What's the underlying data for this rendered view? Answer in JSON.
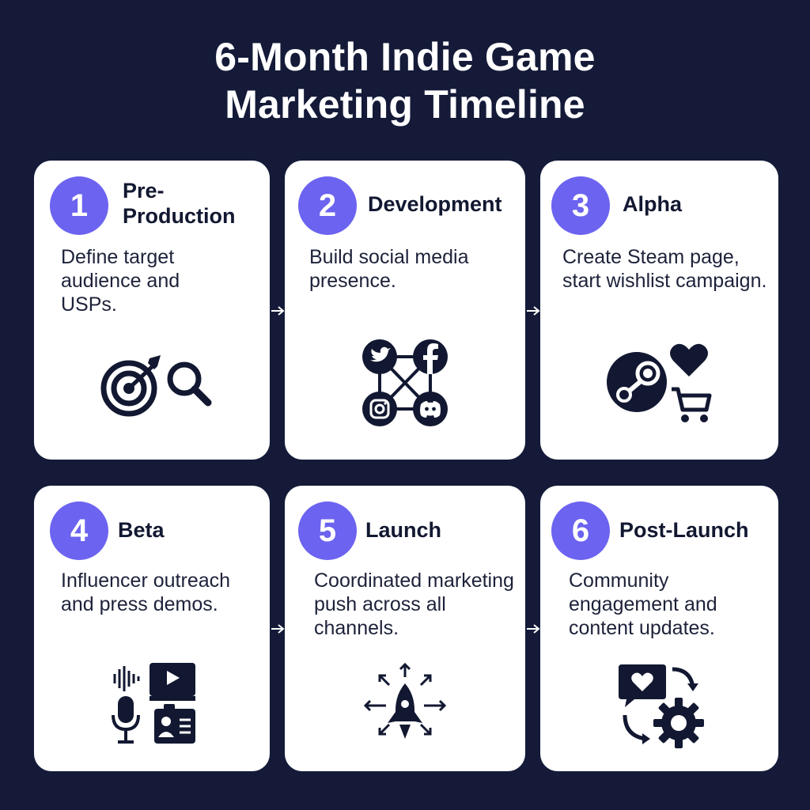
{
  "title": {
    "line1": "6-Month Indie Game",
    "line2": "Marketing Timeline"
  },
  "colors": {
    "background": "#141a38",
    "card": "#ffffff",
    "accent": "#6c63f0",
    "icon": "#121831"
  },
  "steps": [
    {
      "number": "1",
      "phase": "Pre-Production",
      "description": "Define target audience and USPs.",
      "icons": [
        "target-icon",
        "magnifier-icon"
      ]
    },
    {
      "number": "2",
      "phase": "Development",
      "description": "Build social media presence.",
      "icons": [
        "twitter-icon",
        "facebook-icon",
        "instagram-icon",
        "discord-icon"
      ]
    },
    {
      "number": "3",
      "phase": "Alpha",
      "description": "Create Steam page, start wishlist campaign.",
      "icons": [
        "steam-icon",
        "heart-icon",
        "cart-icon"
      ]
    },
    {
      "number": "4",
      "phase": "Beta",
      "description": "Influencer outreach and press demos.",
      "icons": [
        "microphone-icon",
        "video-icon",
        "press-badge-icon"
      ]
    },
    {
      "number": "5",
      "phase": "Launch",
      "description": "Coordinated marketing push across all channels.",
      "icons": [
        "rocket-icon"
      ]
    },
    {
      "number": "6",
      "phase": "Post-Launch",
      "description": "Community engagement and content updates.",
      "icons": [
        "chat-heart-icon",
        "gear-icon"
      ]
    }
  ]
}
